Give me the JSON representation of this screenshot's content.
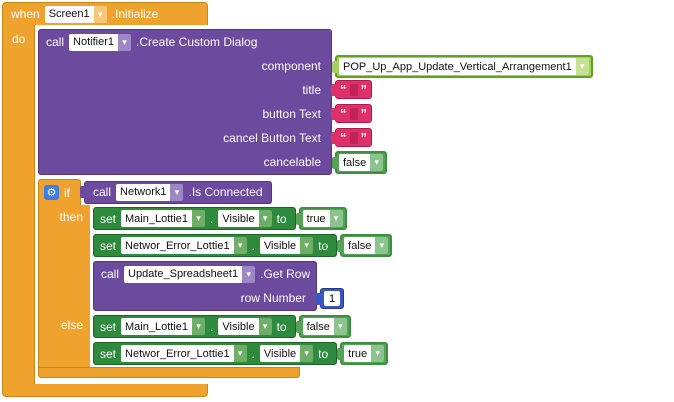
{
  "colors": {
    "event_orange": "#EFA22D",
    "orange_border": "#C8871B",
    "method_purple": "#6C4A9D",
    "purple_border": "#523678",
    "setter_green": "#2E8A3D",
    "setter_green_border": "#1F6328",
    "component_green": "#A6CF63",
    "component_green_border": "#5FA21E",
    "logic_green": "#55A357",
    "logic_green_border": "#3E8F3F",
    "text_pink": "#DE3169",
    "text_pink_border": "#AE1A4E",
    "text_pink_slot": "#C02459",
    "math_blue": "#3A57C4",
    "math_blue_border": "#27397F",
    "mutator_blue": "#3F7DE0"
  },
  "icons": {
    "dropdown_arrow": "▾",
    "gear": "⚙"
  },
  "text_block": {
    "quote_open": "“",
    "quote_close": "”"
  },
  "when_block": {
    "keyword": "when",
    "component": "Screen1",
    "event": ".Initialize",
    "do_label": "do"
  },
  "notifier_call": {
    "keyword": "call",
    "component": "Notifier1",
    "method": ".Create Custom Dialog",
    "params": {
      "component": {
        "label": "component",
        "value": "POP_Up_App_Update_Vertical_Arrangement1"
      },
      "title": {
        "label": "title"
      },
      "button_text": {
        "label": "button Text"
      },
      "cancel_button_text": {
        "label": "cancel Button Text"
      },
      "cancelable": {
        "label": "cancelable",
        "value": "false"
      }
    }
  },
  "if_block": {
    "if_label": "if",
    "then_label": "then",
    "else_label": "else"
  },
  "network_call": {
    "keyword": "call",
    "component": "Network1",
    "method": ".Is Connected"
  },
  "then_blocks": {
    "set1": {
      "keyword": "set",
      "component": "Main_Lottie1",
      "dot": ".",
      "property": "Visible",
      "to": "to",
      "value": "true"
    },
    "set2": {
      "keyword": "set",
      "component": "Networ_Error_Lottie1",
      "dot": ".",
      "property": "Visible",
      "to": "to",
      "value": "false"
    },
    "spreadsheet_call": {
      "keyword": "call",
      "component": "Update_Spreadsheet1",
      "method": ".Get Row",
      "param_label": "row Number",
      "param_value": "1"
    }
  },
  "else_blocks": {
    "set1": {
      "keyword": "set",
      "component": "Main_Lottie1",
      "dot": ".",
      "property": "Visible",
      "to": "to",
      "value": "false"
    },
    "set2": {
      "keyword": "set",
      "component": "Networ_Error_Lottie1",
      "dot": ".",
      "property": "Visible",
      "to": "to",
      "value": "true"
    }
  }
}
